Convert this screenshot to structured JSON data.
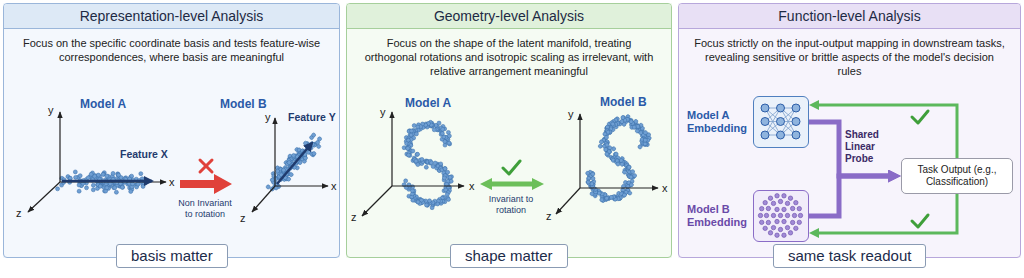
{
  "diagram": {
    "nodes": [
      {
        "text": [
          "Representation-level Analysis",
          "Focus on the specific coordinate basis and tests feature-wise correspondences, where basis are meaningful"
        ]
      },
      {
        "text": [
          "basis matter"
        ],
        "in": 0
      },
      {
        "text": [
          "Geometry-level Analysis",
          "Focus on the shape of the latent manifold, treating orthogonal rotations and isotropic scaling as irrelevant, with relative arrangement meaningful"
        ]
      },
      {
        "text": [
          "shape matter"
        ],
        "in": 2
      },
      {
        "text": [
          "Function-level Analysis",
          "Focus strictly on the input-output mapping in downstream tasks, revealing sensitive or brittle aspects of the model's decision rules"
        ]
      },
      {
        "text": [
          "Model A Embedding"
        ],
        "in": 4
      },
      {
        "text": [
          "Model B Embedding"
        ],
        "in": 4
      },
      {
        "text": [
          "Task Output (e.g., Classification)"
        ],
        "in": 4
      },
      {
        "text": [
          "same task readout"
        ],
        "in": 4
      }
    ],
    "edges": [
      {
        "from": 5,
        "to": 7,
        "arrow": "to",
        "label": "Shared Linear Probe"
      },
      {
        "from": 6,
        "to": 7,
        "arrow": "to"
      },
      {
        "from": 7,
        "to": 5,
        "arrow": "to"
      },
      {
        "from": 7,
        "to": 6,
        "arrow": "to"
      }
    ],
    "labels": [
      "Model A",
      "y",
      "x",
      "z",
      "Feature X",
      "Non Invariant to rotation",
      "Model B",
      "y",
      "x",
      "z",
      "Feature Y",
      "Model A",
      "y",
      "x",
      "z",
      "Invariant to rotation",
      "Model B",
      "y",
      "x",
      "z"
    ]
  }
}
